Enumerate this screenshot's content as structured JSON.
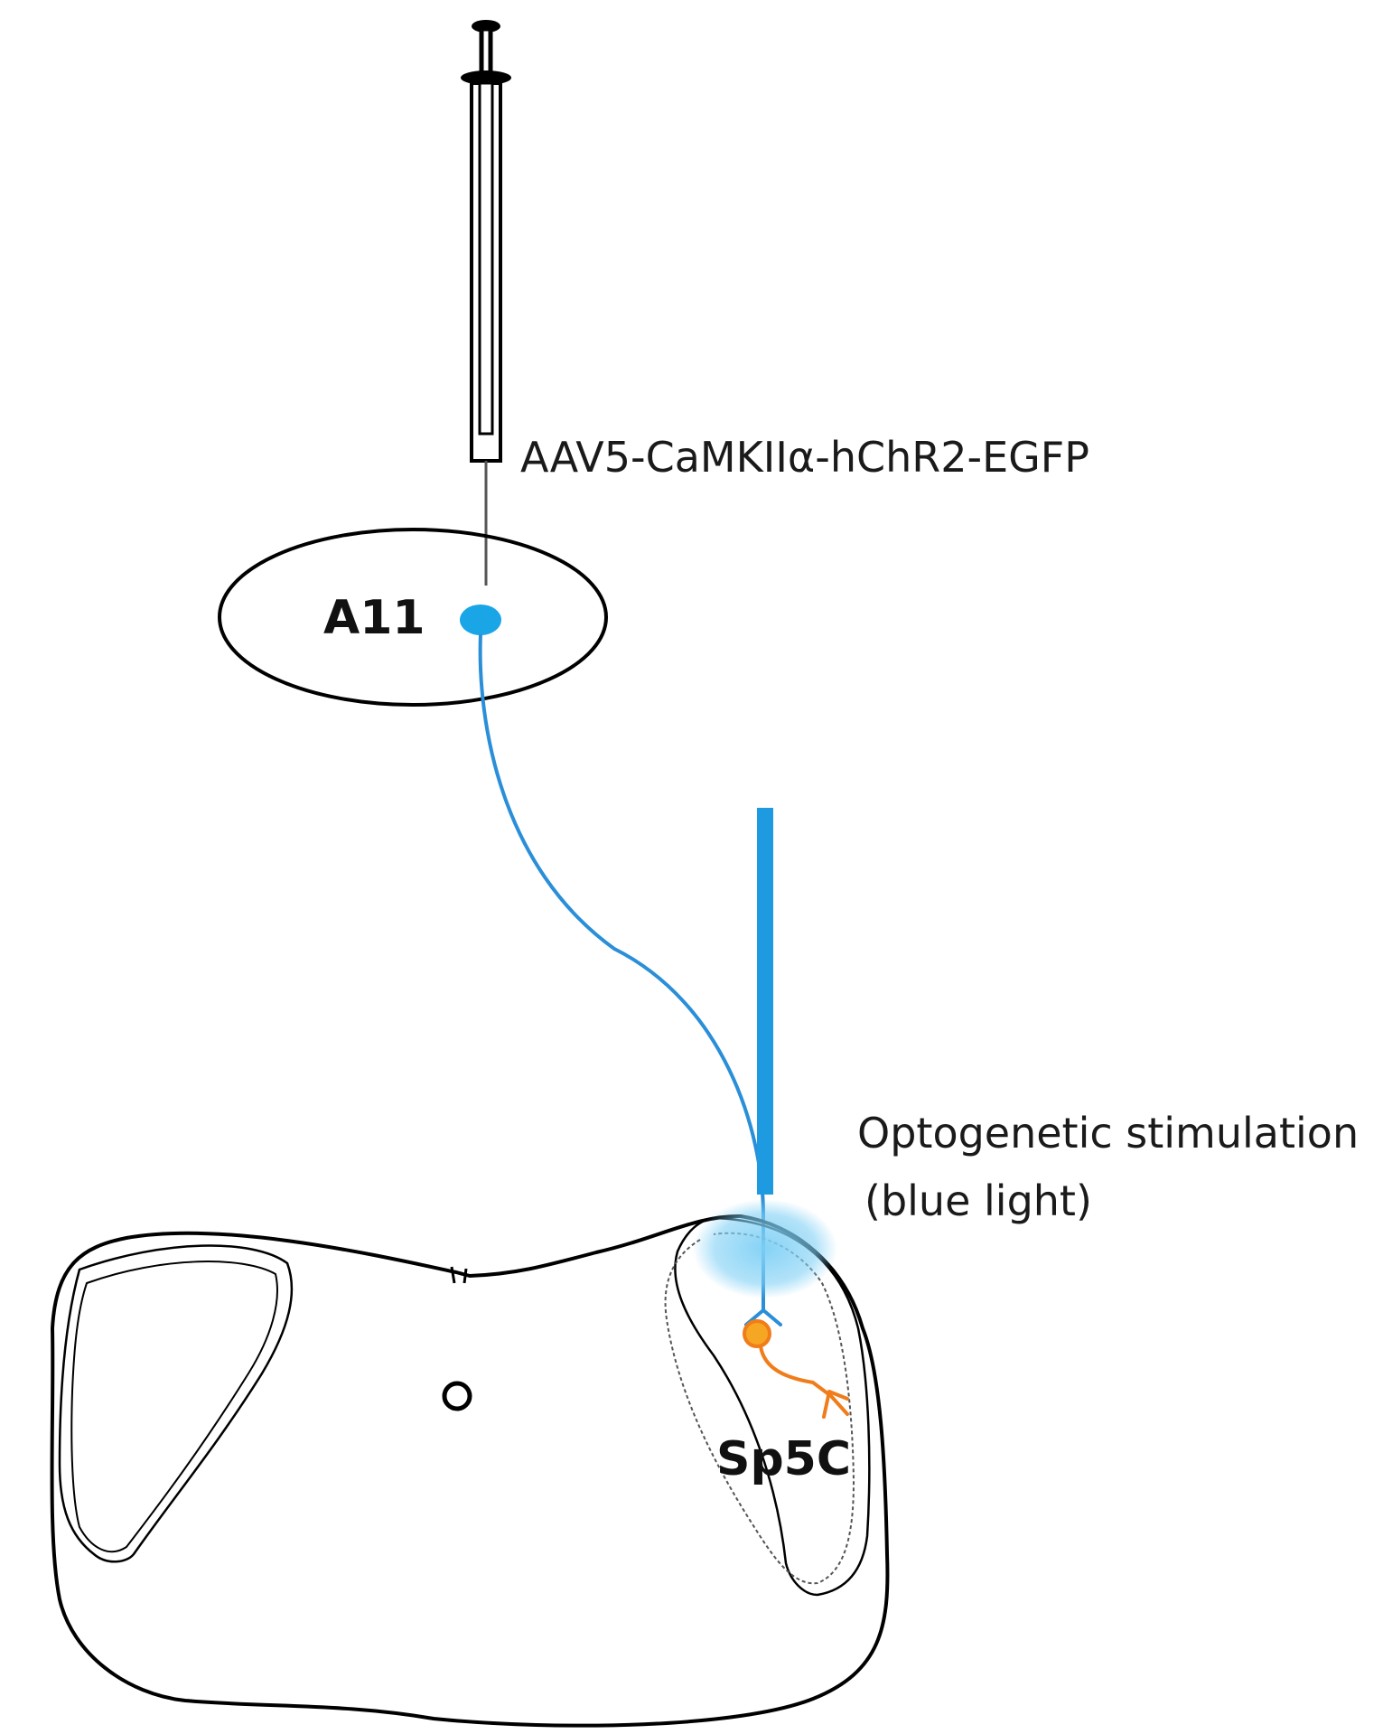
{
  "labels": {
    "virus": "AAV5-CaMKIIα-hChR2-EGFP",
    "a11": "A11",
    "stim_line1": "Optogenetic stimulation",
    "stim_line2": "(blue light)",
    "sp5c": "Sp5C"
  },
  "colors": {
    "outline": "#000000",
    "a11_neuron": "#1aa6e6",
    "axon": "#2a8fd8",
    "optic_fiber": "#1e9be0",
    "light_glow": "#7fd0f5",
    "sp5c_neuron_fill": "#f5a623",
    "sp5c_neuron_stroke": "#f07c1a"
  },
  "icons": {
    "injector": "syringe-icon",
    "fiber": "optic-fiber-icon"
  }
}
